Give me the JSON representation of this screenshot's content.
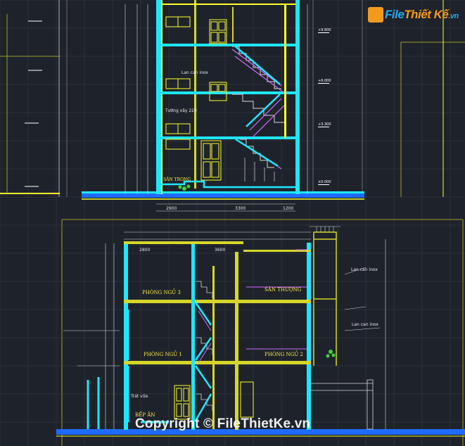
{
  "watermark": {
    "brand_part1": "File",
    "brand_part2": "Thiết Kế",
    "brand_domain": ".vn",
    "copyright": "Copyright © FileThietKe.vn"
  },
  "drawing": {
    "room_labels": {
      "upper_ground": "SÂN TRONG",
      "phong_ngu_3": "PHÒNG NGỦ 3",
      "san_thuong": "SÂN THƯỢNG",
      "phong_ngu_1": "PHÒNG NGỦ 1",
      "phong_ngu_2": "PHÒNG NGỦ 2",
      "bep_an": "BẾP ĂN"
    },
    "notes": {
      "n1": "Lan can inox",
      "n2": "Tường xây 220",
      "n3": "Lan can inox",
      "n4": "Lan can inox",
      "n5": "Trát vữa"
    },
    "dims": {
      "d1": "2800",
      "d2": "3600",
      "d3": "2900",
      "d4": "3300",
      "d5": "1200"
    },
    "levels": {
      "l1": "+9.600",
      "l2": "+6.000",
      "l3": "+3.300",
      "l4": "±0.000"
    }
  },
  "colors": {
    "background": "#1e232b",
    "grid": "#3a4450",
    "yellow_line": "#ffff2e",
    "cyan_wall": "#1fe6ff",
    "blue_ground": "#1f6bff",
    "magenta_rail": "#d06aff",
    "white_dim": "#d8d8d8",
    "green_plant": "#43d13b",
    "olive_wall": "#d6d62a"
  }
}
